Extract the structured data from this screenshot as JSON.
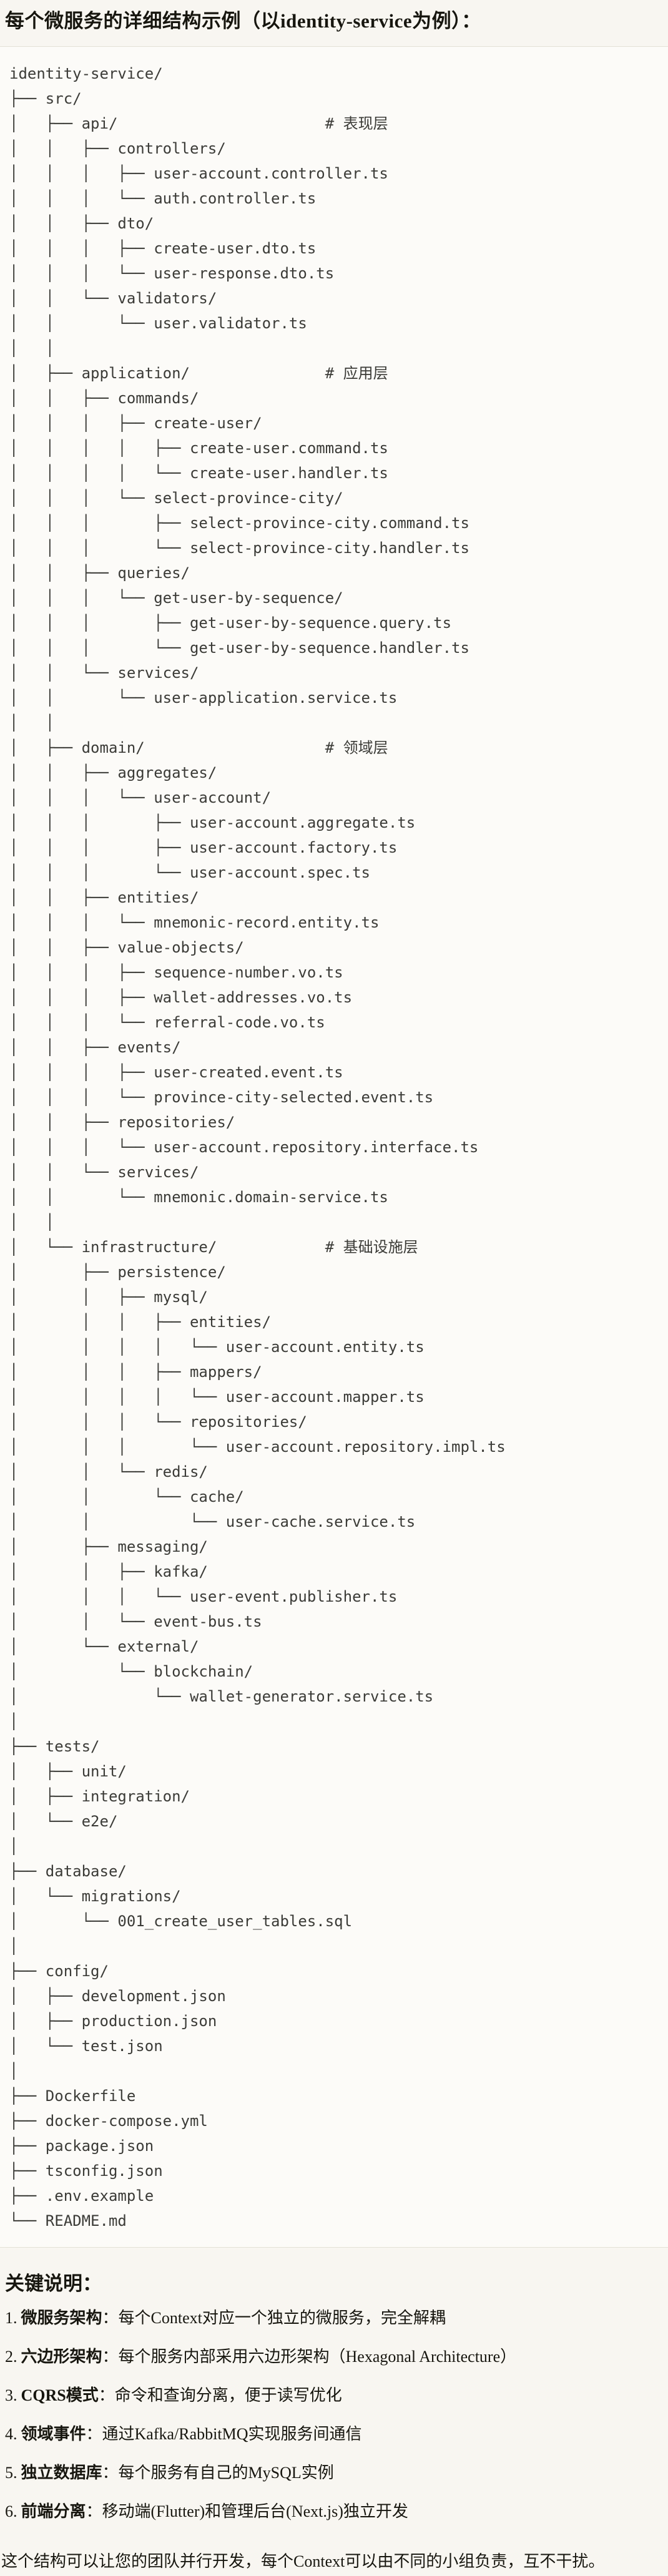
{
  "page": {
    "title": "每个微服务的详细结构示例（以identity-service为例）：",
    "key_notes_heading": "关键说明：",
    "closing": "这个结构可以让您的团队并行开发，每个Context可以由不同的小组负责，互不干扰。"
  },
  "directory_tree": {
    "root": "identity-service/",
    "layer_comments": [
      "# 表现层",
      "# 应用层",
      "# 领域层",
      "# 基础设施层"
    ],
    "lines": [
      "identity-service/",
      "├── src/",
      "│   ├── api/                       # 表现层",
      "│   │   ├── controllers/",
      "│   │   │   ├── user-account.controller.ts",
      "│   │   │   └── auth.controller.ts",
      "│   │   ├── dto/",
      "│   │   │   ├── create-user.dto.ts",
      "│   │   │   └── user-response.dto.ts",
      "│   │   └── validators/",
      "│   │       └── user.validator.ts",
      "│   │",
      "│   ├── application/               # 应用层",
      "│   │   ├── commands/",
      "│   │   │   ├── create-user/",
      "│   │   │   │   ├── create-user.command.ts",
      "│   │   │   │   └── create-user.handler.ts",
      "│   │   │   └── select-province-city/",
      "│   │   │       ├── select-province-city.command.ts",
      "│   │   │       └── select-province-city.handler.ts",
      "│   │   ├── queries/",
      "│   │   │   └── get-user-by-sequence/",
      "│   │   │       ├── get-user-by-sequence.query.ts",
      "│   │   │       └── get-user-by-sequence.handler.ts",
      "│   │   └── services/",
      "│   │       └── user-application.service.ts",
      "│   │",
      "│   ├── domain/                    # 领域层",
      "│   │   ├── aggregates/",
      "│   │   │   └── user-account/",
      "│   │   │       ├── user-account.aggregate.ts",
      "│   │   │       ├── user-account.factory.ts",
      "│   │   │       └── user-account.spec.ts",
      "│   │   ├── entities/",
      "│   │   │   └── mnemonic-record.entity.ts",
      "│   │   ├── value-objects/",
      "│   │   │   ├── sequence-number.vo.ts",
      "│   │   │   ├── wallet-addresses.vo.ts",
      "│   │   │   └── referral-code.vo.ts",
      "│   │   ├── events/",
      "│   │   │   ├── user-created.event.ts",
      "│   │   │   └── province-city-selected.event.ts",
      "│   │   ├── repositories/",
      "│   │   │   └── user-account.repository.interface.ts",
      "│   │   └── services/",
      "│   │       └── mnemonic.domain-service.ts",
      "│   │",
      "│   └── infrastructure/            # 基础设施层",
      "│       ├── persistence/",
      "│       │   ├── mysql/",
      "│       │   │   ├── entities/",
      "│       │   │   │   └── user-account.entity.ts",
      "│       │   │   ├── mappers/",
      "│       │   │   │   └── user-account.mapper.ts",
      "│       │   │   └── repositories/",
      "│       │   │       └── user-account.repository.impl.ts",
      "│       │   └── redis/",
      "│       │       └── cache/",
      "│       │           └── user-cache.service.ts",
      "│       ├── messaging/",
      "│       │   ├── kafka/",
      "│       │   │   └── user-event.publisher.ts",
      "│       │   └── event-bus.ts",
      "│       └── external/",
      "│           └── blockchain/",
      "│               └── wallet-generator.service.ts",
      "│",
      "├── tests/",
      "│   ├── unit/",
      "│   ├── integration/",
      "│   └── e2e/",
      "│",
      "├── database/",
      "│   └── migrations/",
      "│       └── 001_create_user_tables.sql",
      "│",
      "├── config/",
      "│   ├── development.json",
      "│   ├── production.json",
      "│   └── test.json",
      "│",
      "├── Dockerfile",
      "├── docker-compose.yml",
      "├── package.json",
      "├── tsconfig.json",
      "├── .env.example",
      "└── README.md"
    ]
  },
  "key_points": [
    {
      "num": "1.",
      "term": "微服务架构",
      "desc": "：每个Context对应一个独立的微服务，完全解耦"
    },
    {
      "num": "2.",
      "term": "六边形架构",
      "desc": "：每个服务内部采用六边形架构（Hexagonal Architecture）"
    },
    {
      "num": "3.",
      "term": "CQRS模式",
      "desc": "：命令和查询分离，便于读写优化"
    },
    {
      "num": "4.",
      "term": "领域事件",
      "desc": "：通过Kafka/RabbitMQ实现服务间通信"
    },
    {
      "num": "5.",
      "term": "独立数据库",
      "desc": "：每个服务有自己的MySQL实例"
    },
    {
      "num": "6.",
      "term": "前端分离",
      "desc": "：移动端(Flutter)和管理后台(Next.js)独立开发"
    }
  ],
  "colors": {
    "page_bg": "#f8f6f1",
    "code_bg": "#fcfbf8",
    "code_border": "#e4e1d7",
    "text": "#17160f",
    "code_text": "#3b3b37"
  }
}
